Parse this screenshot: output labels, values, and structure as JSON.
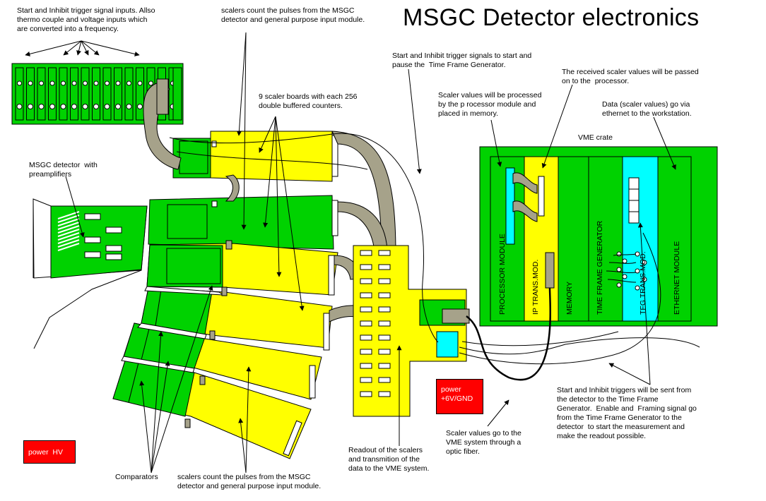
{
  "title": "MSGC Detector electronics",
  "colors": {
    "green": "#00d200",
    "yellow": "#ffff00",
    "gray": "#a6a28a",
    "cyan": "#00ffff",
    "red": "#ff0000"
  },
  "annotations": {
    "trigger_inputs": "Start and Inhibit trigger signal inputs. Allso\nthermo couple and voltage inputs which\nare converted into a frequency.",
    "scalers_top": "scalers count the pulses from the MSGC\ndetector and general purpose input module.",
    "tfg_start": "Start and Inhibit trigger signals to start and\npause the  Time Frame Generator.",
    "scaler_passed": "The received scaler values will be passed\non to the  processor.",
    "scaler_boards": "9 scaler boards with each 256\ndouble buffered counters.",
    "processed": "Scaler values will be processed\nby the p rocessor module and\nplaced in memory.",
    "ethernet": "Data (scaler values) go via\nethernet to the workstation.",
    "msgc_detector": "MSGC detector  with\npreamplifiers",
    "readout": "Readout of the scalers\nand transmition of the\ndata to the VME system.",
    "optic": "Scaler values go to the\nVME system through a\noptic fiber.",
    "triggers_sent": "Start and Inhibit triggers will be sent from\nthe detector to the Time Frame\nGenerator.  Enable and  Framing signal go\nfrom the Time Frame Generator to the\ndetector  to start the measurement and\nmake the readout possible.",
    "comparators": "Comparators",
    "scalers_bottom": "scalers count the pulses from the MSGC\ndetector and general purpose input module."
  },
  "vme": {
    "crate_label": "VME crate",
    "modules": [
      "PROCESSOR MODULE",
      "IP TRANS.MOD.",
      "MEMORY",
      "TIME FRAME GENERATOR",
      "TFG TRANS.MOD.",
      "ETHERNET MODULE"
    ]
  },
  "power": {
    "hv": "power  HV",
    "supply": "power\n+6V/GND"
  }
}
